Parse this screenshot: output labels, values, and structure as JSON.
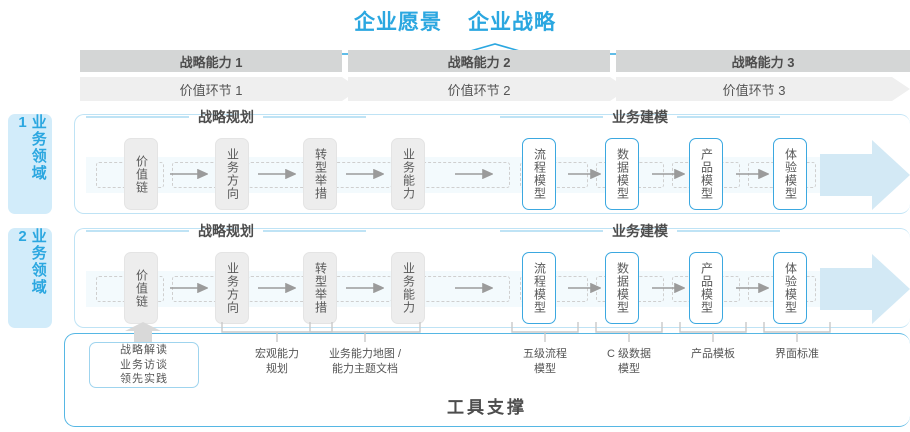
{
  "header": {
    "titles": [
      "企业愿景",
      "企业战略"
    ],
    "accent_color": "#2ba7e0"
  },
  "capabilities": [
    {
      "label": "战略能力 1"
    },
    {
      "label": "战略能力 2"
    },
    {
      "label": "战略能力 3"
    }
  ],
  "value_links": [
    {
      "label": "价值环节 1"
    },
    {
      "label": "价值环节 2"
    },
    {
      "label": "价值环节 3"
    }
  ],
  "domains": [
    {
      "tab_label": "业务领域 1",
      "sections": [
        {
          "title": "战略规划",
          "nodes": [
            "价值链",
            "业务方向",
            "转型举措",
            "业务能力"
          ]
        },
        {
          "title": "业务建模",
          "nodes": [
            "流程模型",
            "数据模型",
            "产品模型",
            "体验模型"
          ]
        }
      ]
    },
    {
      "tab_label": "业务领域 2",
      "sections": [
        {
          "title": "战略规划",
          "nodes": [
            "价值链",
            "业务方向",
            "转型举措",
            "业务能力"
          ]
        },
        {
          "title": "业务建模",
          "nodes": [
            "流程模型",
            "数据模型",
            "产品模型",
            "体验模型"
          ]
        }
      ]
    }
  ],
  "tools": {
    "highlight_box": [
      "战略解读",
      "业务访谈",
      "领先实践"
    ],
    "labels": [
      {
        "line1": "宏观能力",
        "line2": "规划"
      },
      {
        "line1": "业务能力地图 /",
        "line2": "能力主题文档"
      },
      {
        "line1": "五级流程",
        "line2": "模型"
      },
      {
        "line1": "C 级数据",
        "line2": "模型"
      },
      {
        "line1": "产品模板",
        "line2": ""
      },
      {
        "line1": "界面标准",
        "line2": ""
      }
    ],
    "footer_label": "工具支撑"
  },
  "colors": {
    "accent": "#2ba7e0",
    "cap_bar": "#d4d6d6",
    "value_bar": "#efefef",
    "node_gray": "#ededed",
    "node_blue_border": "#3ba8e0",
    "band": "#f3fafd",
    "tab_bg": "#d2ecfa"
  }
}
